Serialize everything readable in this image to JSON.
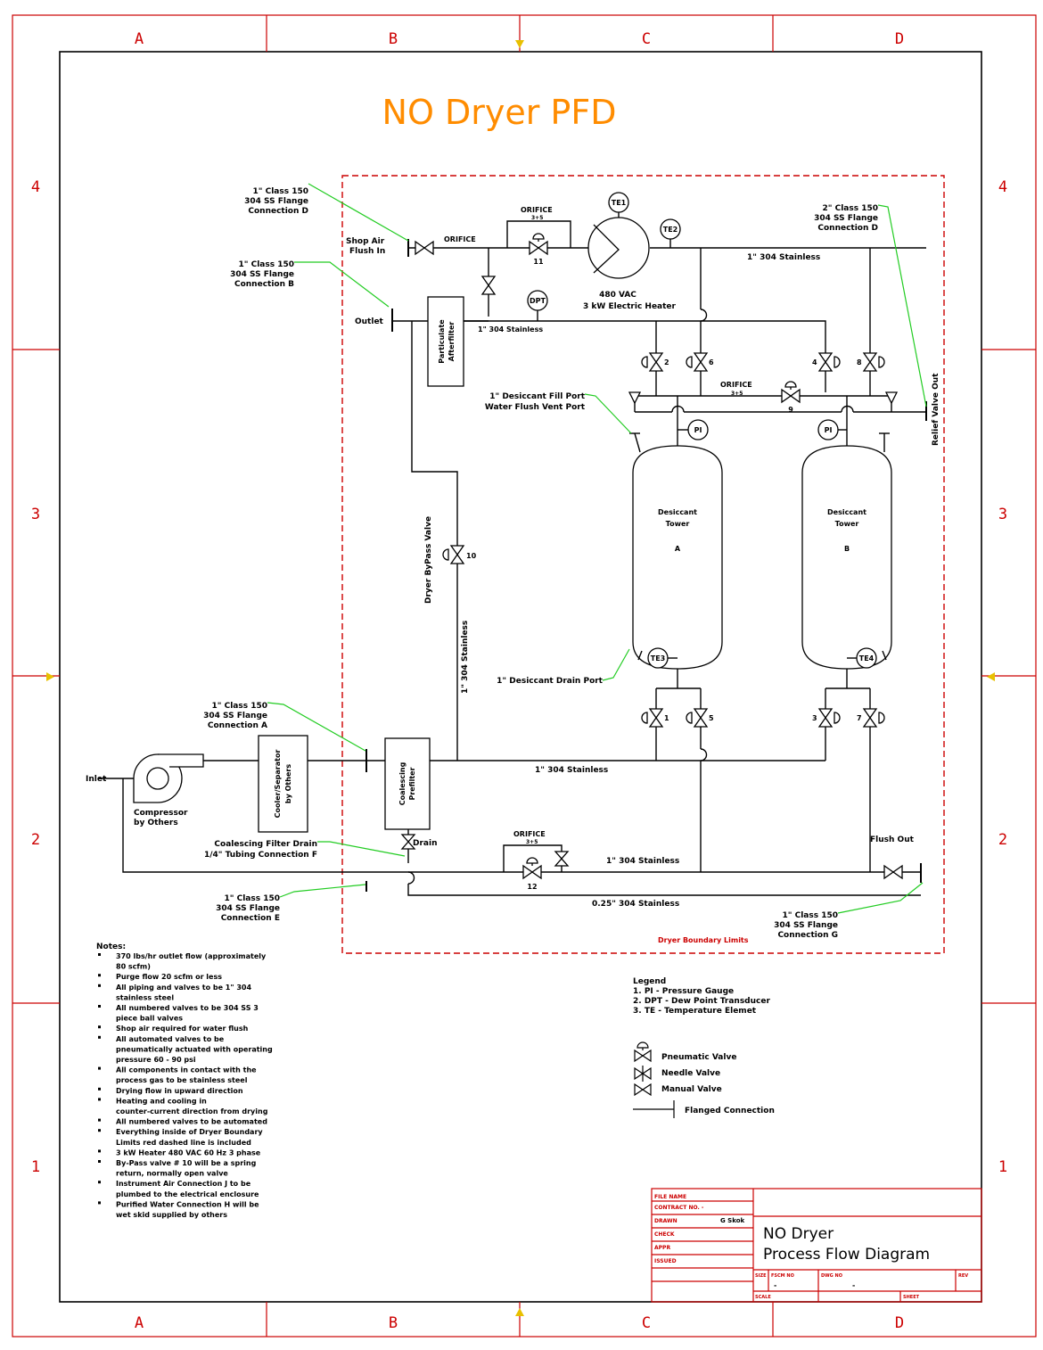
{
  "title": "NO Dryer PFD",
  "zones": {
    "columns": [
      "A",
      "B",
      "C",
      "D"
    ],
    "rows": [
      "4",
      "3",
      "2",
      "1"
    ]
  },
  "colors": {
    "title": "#ff8c00",
    "frame": "#cc0000",
    "boundary": "#cc0000",
    "leader": "#22cc22",
    "line": "#000000"
  },
  "connections": {
    "conn_d_left": [
      "1\" Class 150",
      "304 SS Flange",
      "Connection D"
    ],
    "conn_b": [
      "1\" Class 150",
      "304 SS Flange",
      "Connection B"
    ],
    "conn_d_right": [
      "2\" Class 150",
      "304 SS Flange",
      "Connection D"
    ],
    "conn_a": [
      "1\" Class 150",
      "304 SS Flange",
      "Connection A"
    ],
    "conn_e": [
      "1\" Class 150",
      "304 SS Flange",
      "Connection E"
    ],
    "conn_g": [
      "1\" Class 150",
      "304 SS Flange",
      "Connection G"
    ],
    "coalescing_drain": [
      "Coalescing Filter Drain",
      "1/4\" Tubing Connection F"
    ],
    "desiccant_fill": [
      "1\" Desiccant Fill Port",
      "Water Flush Vent Port"
    ],
    "desiccant_drain": "1\" Desiccant Drain Port"
  },
  "labels": {
    "shop_air": [
      "Shop Air",
      "Flush In"
    ],
    "outlet": "Outlet",
    "inlet": "Inlet",
    "orifice": "ORIFICE",
    "orifice_small": "3+5",
    "heater": [
      "480 VAC",
      "3 kW Electric Heater"
    ],
    "pipe_top": "1\" 304 Stainless",
    "pipe_mid": "1\" 304 Stainless",
    "pipe_bottom": "1\" 304 Stainless",
    "pipe_bottom2": "1\" 304 Stainless",
    "pipe_drain": "0.25\" 304 Stainless",
    "pipe_vert": "1\" 304 Stainless",
    "afterfilter": [
      "Particulate",
      "Afterfilter"
    ],
    "coalescing": [
      "Coalescing",
      "Prefilter"
    ],
    "cooler": [
      "Cooler/Separator",
      "by Others"
    ],
    "compressor": [
      "Compressor",
      "by Others"
    ],
    "bypass": "Dryer ByPass Valve",
    "tower_a": [
      "Desiccant",
      "Tower",
      "A"
    ],
    "tower_b": [
      "Desiccant",
      "Tower",
      "B"
    ],
    "relief": "Relief Valve Out",
    "flush_out": "Flush Out",
    "drain": "Drain",
    "boundary": "Dryer Boundary Limits",
    "te1": "TE1",
    "te2": "TE2",
    "te3": "TE3",
    "te4": "TE4",
    "pi": "PI",
    "dpt": "DPT",
    "valve_numbers": [
      "1",
      "2",
      "3",
      "4",
      "5",
      "6",
      "7",
      "8",
      "9",
      "10",
      "11",
      "12"
    ]
  },
  "notes": {
    "heading": "Notes:",
    "items": [
      "370 lbs/hr outlet flow (approximately",
      "80 scfm)",
      "Purge flow 20 scfm or less",
      "All piping and valves to be 1\" 304",
      "stainless steel",
      "All numbered valves to be 304 SS 3",
      "piece ball valves",
      "Shop air required for water flush",
      "All automated valves to be",
      "pneumatically actuated with operating",
      "pressure 60 - 90 psi",
      "All components in contact with the",
      "process gas to be stainless steel",
      "Drying flow in upward direction",
      "Heating and cooling in",
      "counter-current direction from drying",
      "All numbered valves to be automated",
      "Everything inside of Dryer Boundary",
      "Limits red dashed line is included",
      "3 kW Heater 480 VAC 60 Hz 3 phase",
      "By-Pass valve # 10 will be a spring",
      "return, normally open valve",
      "Instrument Air Connection J to be",
      "plumbed to the electrical enclosure",
      "Purified Water Connection H will be",
      "wet skid supplied by others"
    ]
  },
  "legend": {
    "heading": "Legend",
    "items": [
      "1.  PI - Pressure Gauge",
      "2.  DPT - Dew Point Transducer",
      "3.  TE - Temperature Elemet"
    ],
    "symbols": [
      "Pneumatic Valve",
      "Needle Valve",
      "Manual Valve",
      "Flanged Connection"
    ]
  },
  "title_block": {
    "line1": "NO Dryer",
    "line2": "Process Flow Diagram",
    "small": [
      "FILE NAME",
      "CONTRACT NO. -",
      "DRAWN",
      "CHECK",
      "APPR",
      "ISSUED",
      "SIZE",
      "FSCM NO",
      "DWG NO",
      "REV",
      "SCALE",
      "SHEET"
    ],
    "drawn_by": "G Skok",
    "fscm": "-",
    "dwg": "-"
  }
}
